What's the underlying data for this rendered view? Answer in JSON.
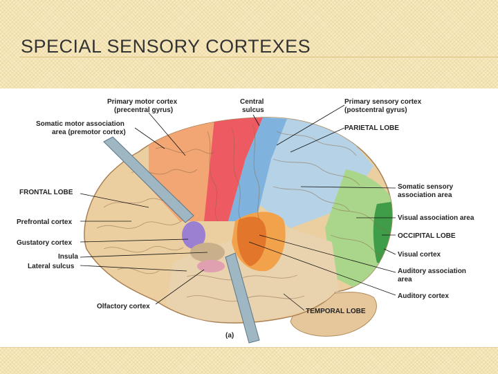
{
  "slide": {
    "title": "SPECIAL SENSORY CORTEXES"
  },
  "figure": {
    "labels": {
      "primary_motor_1": "Primary motor cortex",
      "primary_motor_2": "(precentral gyrus)",
      "central_1": "Central",
      "central_2": "sulcus",
      "primary_sensory_1": "Primary sensory cortex",
      "primary_sensory_2": "(postcentral gyrus)",
      "somatic_motor_1": "Somatic motor association",
      "somatic_motor_2": "area (premotor cortex)",
      "parietal": "PARIETAL LOBE",
      "frontal": "FRONTAL LOBE",
      "somatic_sensory_1": "Somatic sensory",
      "somatic_sensory_2": "association area",
      "prefrontal": "Prefrontal cortex",
      "visual_assoc": "Visual association area",
      "gustatory": "Gustatory cortex",
      "occipital": "OCCIPITAL LOBE",
      "insula": "Insula",
      "lateral_sulcus": "Lateral sulcus",
      "visual_cortex": "Visual cortex",
      "auditory_assoc_1": "Auditory association",
      "auditory_assoc_2": "area",
      "olfactory": "Olfactory cortex",
      "auditory_cortex": "Auditory cortex",
      "temporal": "TEMPORAL LOBE",
      "panel": "(a)"
    },
    "colors": {
      "frontal": "#eccfa0",
      "premotor": "#f2a673",
      "primary_motor": "#ee5a62",
      "primary_sensory": "#7fb3dd",
      "sensory_association": "#b5d2e6",
      "visual_association": "#a9d68a",
      "visual_cortex": "#3f9c48",
      "temporal": "#e9d2ae",
      "auditory_association": "#f3a24c",
      "auditory_cortex": "#e2762a",
      "gustatory": "#9b7fd1",
      "olfactory": "#e0a0b0",
      "cerebellum": "#e6c79c"
    }
  }
}
